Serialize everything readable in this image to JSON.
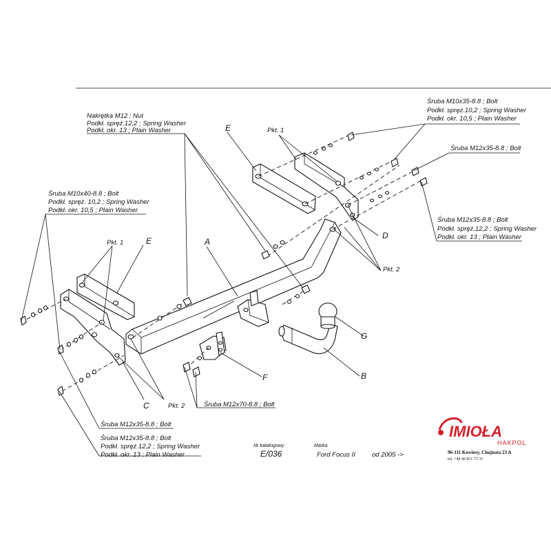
{
  "labels": {
    "nut_block": [
      "Nakrętka  M12 ; Nut",
      "Podkł. spręż.12,2 ; Spring Washer",
      "Podkł. okr. 13 ; Plain Washer"
    ],
    "bolt_top_right": [
      "Śruba M10x35-8.8 ;  Bolt",
      "Podkł. spręż.10,2 ; Spring Washer",
      "Podkł. okr. 10,5 ; Plain Washer"
    ],
    "bolt_m12_right": "Śruba M12x35-8.8 ;  Bolt",
    "bolt_m12_right_block": [
      "Śruba M12x35-8.8 ;  Bolt",
      "Podkł. spręż.12,2 ; Spring Washer",
      "Podkł. okr. 13 ; Plain Washer"
    ],
    "bolt_left_block": [
      "Śruba M10x40-8.8 ;  Bolt",
      "Podkł. spręż. 10,2 ; Spring Washer",
      "Podkł. okr. 10,5 ; Plain Washer"
    ],
    "bolt_m12_bottom": "Śruba M12x35-8.8 ;  Bolt",
    "bolt_m12_bottom_block": [
      "Śruba M12x35-8.8 ;  Bolt",
      "Podkł. spręż.12,2 ; Spring Washer",
      "Podkł. okr. 13 ; Plain Washer"
    ],
    "bolt_m12x70": "Śruba M12x70-8.8 ;  Bolt",
    "pkt1_top": "Pkt. 1",
    "pkt1_left": "Pkt. 1",
    "pkt2_right": "Pkt. 2",
    "pkt2_bottom": "Pkt. 2"
  },
  "parts": {
    "A": "A",
    "B": "B",
    "C": "C",
    "D": "D",
    "E_top": "E",
    "E_left": "E",
    "F": "F",
    "G": "G"
  },
  "footer": {
    "catalog_label": "Nr katalogowy",
    "catalog_value": "E/036",
    "brand_label": "Marka",
    "brand_value": "Ford Focus II",
    "date_value": "od 2005 ->"
  },
  "company": {
    "logo": "IMIOŁA",
    "sub": "HAKPOL",
    "address": "96-111 Kowiesy, Chojnata 23 A",
    "phone": "tel. +48 46 831 73 31"
  },
  "colors": {
    "logo_red": "#d4202a",
    "ink": "#111111"
  }
}
